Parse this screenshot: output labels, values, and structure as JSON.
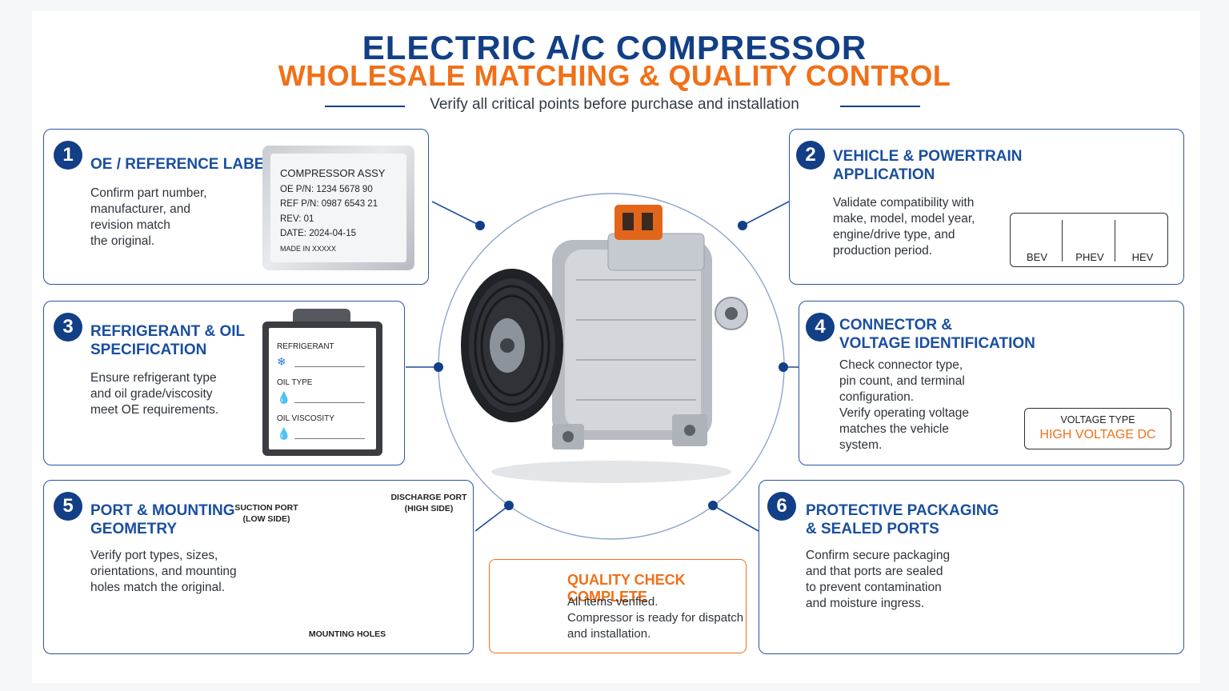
{
  "header": {
    "title": "ELECTRIC A/C COMPRESSOR",
    "subtitle_line": "WHOLESALE MATCHING & QUALITY CONTROL",
    "tagline": "Verify all critical points before purchase and installation"
  },
  "cards": {
    "c1": {
      "num": "1",
      "title": [
        "OE / REFERENCE LABEL"
      ],
      "text": [
        "Confirm part number,",
        "manufacturer, and",
        "revision match",
        "the original."
      ]
    },
    "c2": {
      "num": "2",
      "title": [
        "VEHICLE & POWERTRAIN",
        "APPLICATION"
      ],
      "text": [
        "Validate compatibility with",
        "make, model, model year,",
        "engine/drive type, and",
        "production period."
      ]
    },
    "c3": {
      "num": "3",
      "title": [
        "REFRIGERANT & OIL",
        "SPECIFICATION"
      ],
      "text": [
        "Ensure refrigerant type",
        "and oil grade/viscosity",
        "meet OE requirements."
      ]
    },
    "c4": {
      "num": "4",
      "title": [
        "CONNECTOR &",
        "VOLTAGE IDENTIFICATION"
      ],
      "text": [
        "Check connector type,",
        "pin count, and terminal",
        "configuration.",
        "Verify operating voltage",
        "matches the vehicle",
        "system."
      ]
    },
    "c5": {
      "num": "5",
      "title": [
        "PORT & MOUNTING",
        "GEOMETRY"
      ],
      "text": [
        "Verify port types, sizes,",
        "orientations, and mounting",
        "holes match the original."
      ]
    },
    "c6": {
      "num": "6",
      "title": [
        "PROTECTIVE PACKAGING",
        "& SEALED PORTS"
      ],
      "text": [
        "Confirm secure packaging",
        "and that ports are sealed",
        "to prevent contamination",
        "and moisture ingress."
      ]
    }
  },
  "label": {
    "head": "COMPRESSOR ASSY",
    "oe": "OE P/N:   1234 5678 90",
    "ref": "REF P/N:  0987 6543 21",
    "rev": "REV:  01",
    "date": "DATE: 2024-04-15",
    "made": "MADE IN XXXXX"
  },
  "clipboard": {
    "refrigerant": "REFRIGERANT",
    "oil_type": "OIL TYPE",
    "oil_viscosity": "OIL VISCOSITY"
  },
  "powertrain": [
    "BEV",
    "PHEV",
    "HEV"
  ],
  "voltage": {
    "label": "VOLTAGE TYPE",
    "value": "HIGH VOLTAGE DC"
  },
  "ports": {
    "suction": [
      "SUCTION PORT",
      "(LOW SIDE)"
    ],
    "discharge": [
      "DISCHARGE PORT",
      "(HIGH SIDE)"
    ],
    "mounting": "MOUNTING HOLES"
  },
  "quality": {
    "title": "QUALITY CHECK COMPLETE",
    "text": [
      "All items verified.",
      "Compressor is ready for dispatch",
      "and installation."
    ]
  },
  "colors": {
    "navy": "#123f86",
    "blue": "#1a4fa0",
    "orange": "#f07018"
  }
}
